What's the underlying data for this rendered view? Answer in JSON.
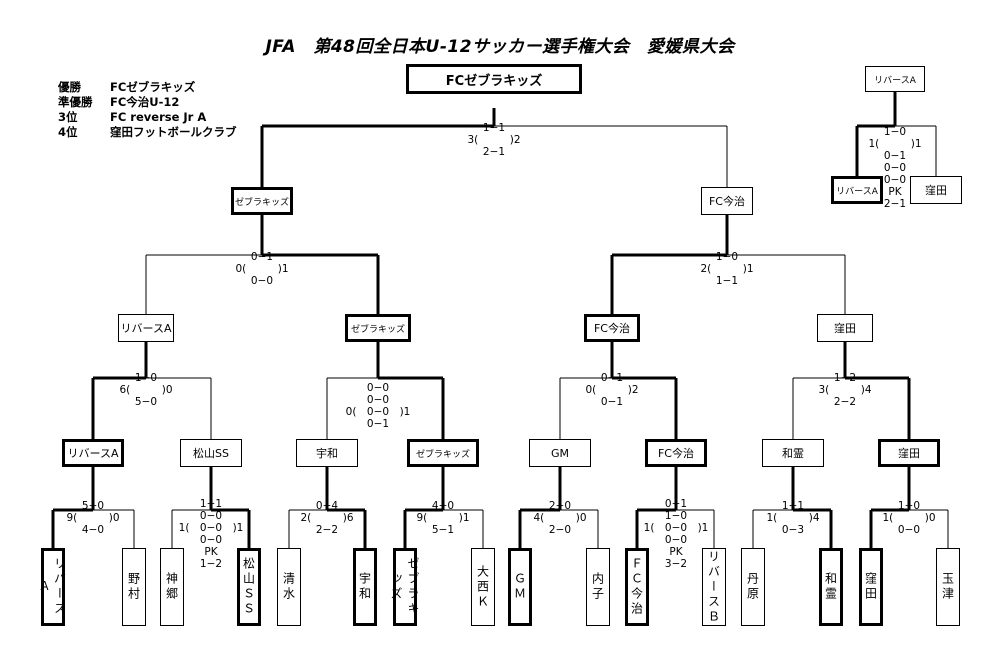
{
  "title": "JFA　第48回全日本U-12サッカー選手権大会　愛媛県大会",
  "results": [
    {
      "rank": "優勝",
      "team": "FCゼブラキッズ"
    },
    {
      "rank": "準優勝",
      "team": "FC今治U-12"
    },
    {
      "rank": "3位",
      "team": "FC reverse Jr A"
    },
    {
      "rank": "4位",
      "team": "窪田フットボールクラブ"
    }
  ],
  "first_round": [
    {
      "team": "リバースA",
      "label": "リバースA"
    },
    {
      "team": "野村",
      "label": "野村"
    },
    {
      "team": "神郷",
      "label": "神郷"
    },
    {
      "team": "松山SS",
      "label": "松山ＳＳ"
    },
    {
      "team": "清水",
      "label": "清水"
    },
    {
      "team": "宇和",
      "label": "宇和"
    },
    {
      "team": "ゼブラキッズ",
      "label": "ゼブラキッズ"
    },
    {
      "team": "大西K",
      "label": "大西Ｋ"
    },
    {
      "team": "GM",
      "label": "ＧＭ"
    },
    {
      "team": "内子",
      "label": "内子"
    },
    {
      "team": "FC今治",
      "label": "ＦＣ今治"
    },
    {
      "team": "リバースB",
      "label": "リバースＢ"
    },
    {
      "team": "丹原",
      "label": "丹原"
    },
    {
      "team": "和霊",
      "label": "和霊"
    },
    {
      "team": "窪田",
      "label": "窪田"
    },
    {
      "team": "玉津",
      "label": "玉津"
    }
  ],
  "round2": [
    "リバースA",
    "松山SS",
    "宇和",
    "ゼブラキッズ",
    "GM",
    "FC今治",
    "和霊",
    "窪田"
  ],
  "quarter": [
    "リバースA",
    "ゼブラキッズ",
    "FC今治",
    "窪田"
  ],
  "semi": [
    "ゼブラキッズ",
    "FC今治"
  ],
  "champion": "FCゼブラキッズ",
  "scores": {
    "r1": [
      {
        "lines": [
          "5−0",
          "9(　　　)0",
          "4−0"
        ]
      },
      {
        "lines": [
          "1−1",
          "0−0",
          "1(　0−0　)1",
          "0−0",
          "PK",
          "1−2"
        ]
      },
      {
        "lines": [
          "0−4",
          "2(　　　)6",
          "2−2"
        ]
      },
      {
        "lines": [
          "4−0",
          "9(　　　)1",
          "5−1"
        ]
      },
      {
        "lines": [
          "2−0",
          "4(　　　)0",
          "2−0"
        ]
      },
      {
        "lines": [
          "0−1",
          "1−0",
          "1(　0−0　)1",
          "0−0",
          "PK",
          "3−2"
        ]
      },
      {
        "lines": [
          "1−1",
          "1(　　　)4",
          "0−3"
        ]
      },
      {
        "lines": [
          "1−0",
          "1(　　　)0",
          "0−0"
        ]
      }
    ],
    "r2": [
      {
        "lines": [
          "1−0",
          "6(　　　)0",
          "5−0"
        ]
      },
      {
        "lines": [
          "0−0",
          "0−0",
          "0(　0−0　)1",
          "0−1"
        ]
      },
      {
        "lines": [
          "0−1",
          "0(　　　)2",
          "0−1"
        ]
      },
      {
        "lines": [
          "1−2",
          "3(　　　)4",
          "2−2"
        ]
      }
    ],
    "qf": [
      {
        "lines": [
          "0−1",
          "0(　　　)1",
          "0−0"
        ]
      },
      {
        "lines": [
          "1−0",
          "2(　　　)1",
          "1−1"
        ]
      }
    ],
    "final": {
      "lines": [
        "1−1",
        "3(　　　)2",
        "2−1"
      ]
    },
    "third": {
      "lines": [
        "1−0",
        "1(　　　)1",
        "0−1",
        "0−0",
        "0−0",
        "PK",
        "2−1"
      ]
    }
  },
  "third_place": {
    "winner": "リバースA",
    "teams": [
      "リバースA",
      "窪田"
    ]
  }
}
